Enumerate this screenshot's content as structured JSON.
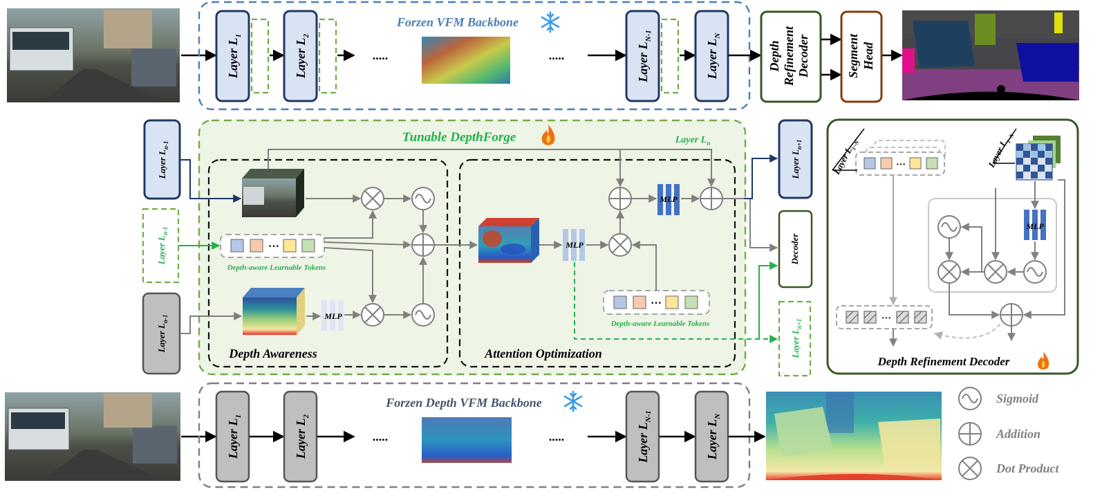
{
  "titles": {
    "frozen_vfm": "Forzen VFM Backbone",
    "frozen_depth_vfm": "Forzen Depth VFM Backbone",
    "tunable": "Tunable DepthForge",
    "depth_awareness": "Depth Awareness",
    "attention_optimization": "Attention Optimization",
    "drd": "Depth Refinement Decoder"
  },
  "top_layers": {
    "l1": "Layer L",
    "l1_sub": "1",
    "l2": "Layer L",
    "l2_sub": "2",
    "lnm1": "Layer L",
    "lnm1_sub": "N-1",
    "ln": "Layer L",
    "ln_sub": "N"
  },
  "bottom_layers": {
    "l1": "Layer L",
    "l1_sub": "1",
    "l2": "Layer L",
    "l2_sub": "2",
    "lnm1": "Layer L",
    "lnm1_sub": "N-1",
    "ln": "Layer L",
    "ln_sub": "N"
  },
  "ellipsis": ".....",
  "decoder_box": {
    "line1": "Depth",
    "line2": "Refinement",
    "line3": "Decoder"
  },
  "segment_box": {
    "line1": "Segment",
    "line2": "Head"
  },
  "side_layers": {
    "left_top": "Layer L",
    "left_top_sub": "n-1",
    "left_green": "Layer L",
    "left_green_sub": "n-1",
    "left_gray": "Layer L",
    "left_gray_sub": "n-1",
    "right_top": "Layer L",
    "right_top_sub": "n+1",
    "right_green": "Layer L",
    "right_green_sub": "n+1",
    "layer_ln": "Layer L",
    "layer_ln_sub": "n"
  },
  "decoder_small": "Decoder",
  "mlp": "MLP",
  "tokens_label": "Depth-aware Learnable Tokens",
  "tokens_dots": "···",
  "drd_layers_label": "Layer L",
  "drd_layers_sub": "1~N",
  "legend": {
    "sigmoid": "Sigmoid",
    "addition": "Addition",
    "dot_product": "Dot Product"
  },
  "colors": {
    "blue_dashed": "#4a7fb5",
    "green_dashed": "#70ad47",
    "green_fill": "#eef4e6",
    "navy": "#1f3864",
    "dark_green": "#385723",
    "brown": "#843c0c",
    "title_blue": "#4a7fb5",
    "title_green": "#22b14c"
  }
}
